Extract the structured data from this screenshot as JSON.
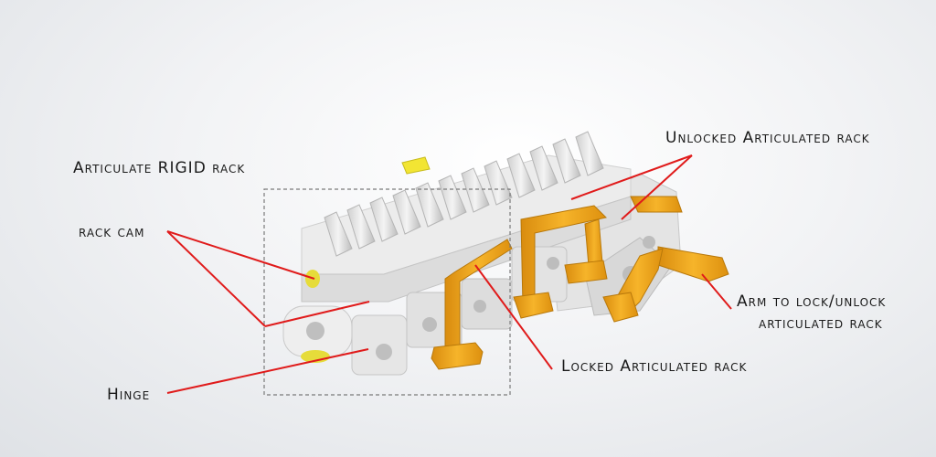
{
  "labels": {
    "articulate_rigid_rack": "Articulate RIGID rack",
    "rack_cam": "rack cam",
    "hinge": "Hinge",
    "unlocked_articulated_rack": "Unlocked Articulated rack",
    "locked_articulated_rack": "Locked Articulated rack",
    "arm_line1": "Arm to lock/unlock",
    "arm_line2": "articulated rack"
  },
  "colors": {
    "leader_line": "#e01b1b",
    "part_orange": "#f0a81c",
    "part_white": "#e9e9e9",
    "part_yellow": "#ece23a"
  }
}
